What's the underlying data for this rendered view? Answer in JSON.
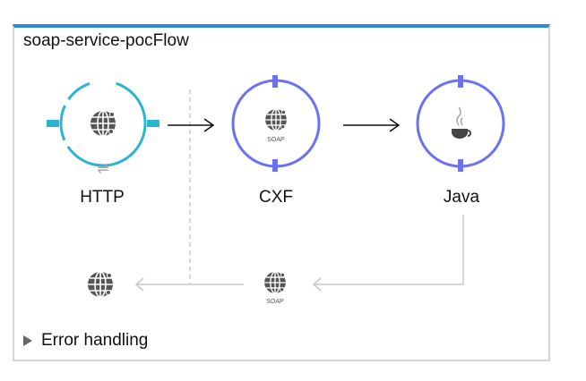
{
  "flow": {
    "title": "soap-service-pocFlow",
    "nodes": [
      {
        "label": "HTTP",
        "icon": "globe-icon",
        "color": "#2bb5cf"
      },
      {
        "label": "CXF",
        "icon": "soap-globe-icon",
        "color": "#6b72f2"
      },
      {
        "label": "Java",
        "icon": "java-cup-icon",
        "color": "#6b72f2"
      }
    ],
    "soap_icon_text": "SOAP",
    "error_handling_label": "Error handling",
    "accent_color": "#2a8ae0"
  }
}
